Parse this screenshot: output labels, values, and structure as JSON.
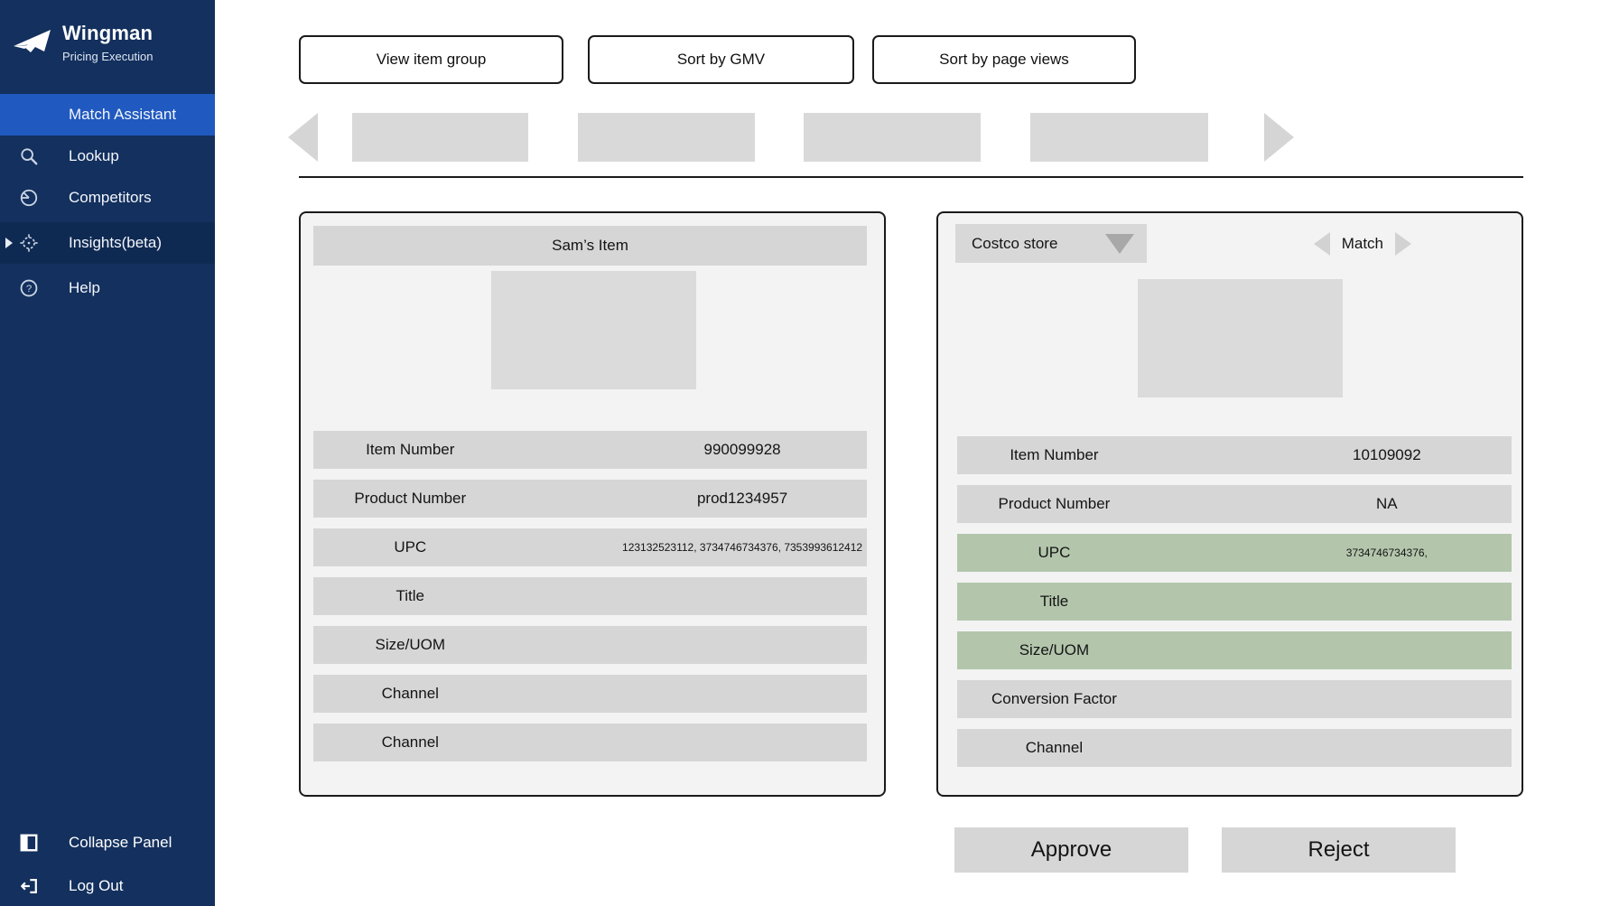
{
  "sidebar": {
    "brand": {
      "name": "Wingman",
      "subtitle": "Pricing Execution",
      "logo_icon": "paper-plane-icon"
    },
    "items": [
      {
        "label": "Match Assistant",
        "active": true
      },
      {
        "label": "Lookup",
        "icon": "search-icon"
      },
      {
        "label": "Competitors",
        "icon": "pie-chart-icon"
      },
      {
        "label": "Insights(beta)",
        "icon": "target-icon",
        "caret_icon": "caret-right-icon",
        "shaded": true
      },
      {
        "label": "Help",
        "icon": "help-icon"
      }
    ],
    "footer_items": [
      {
        "label": "Collapse Panel",
        "icon": "collapse-panel-icon"
      },
      {
        "label": "Log Out",
        "icon": "logout-icon"
      }
    ]
  },
  "toolbar": {
    "buttons": [
      "View item group",
      "Sort by GMV",
      "Sort by page views"
    ]
  },
  "carousel": {
    "placeholder_count": 4,
    "prev_icon": "chevron-left-icon",
    "next_icon": "chevron-right-icon"
  },
  "left_panel": {
    "title": "Sam’s Item",
    "rows": [
      {
        "label": "Item Number",
        "value": "990099928"
      },
      {
        "label": "Product Number",
        "value": "prod1234957"
      },
      {
        "label": "UPC",
        "value": "123132523112, 3734746734376, 7353993612412",
        "small": true
      },
      {
        "label": "Title",
        "value": ""
      },
      {
        "label": "Size/UOM",
        "value": ""
      },
      {
        "label": "Channel",
        "value": ""
      },
      {
        "label": "Channel",
        "value": ""
      }
    ]
  },
  "right_panel": {
    "store_selector": {
      "value": "Costco store",
      "dropdown_icon": "triangle-down-icon"
    },
    "match": {
      "label": "Match",
      "prev_icon": "triangle-left-icon",
      "next_icon": "triangle-right-icon"
    },
    "rows": [
      {
        "label": "Item Number",
        "value": "10109092"
      },
      {
        "label": "Product Number",
        "value": "NA"
      },
      {
        "label": "UPC",
        "value": "3734746734376,",
        "highlight": true,
        "small": true
      },
      {
        "label": "Title",
        "value": "",
        "highlight": true
      },
      {
        "label": "Size/UOM",
        "value": "",
        "highlight": true
      },
      {
        "label": "Conversion Factor",
        "value": ""
      },
      {
        "label": "Channel",
        "value": ""
      }
    ],
    "actions": [
      {
        "label": "Approve"
      },
      {
        "label": "Reject"
      }
    ]
  },
  "colors": {
    "sidebar_bg": "#13305E",
    "active_item_bg": "#2059BF",
    "shaded_item_bg": "#0F2A52",
    "row_gray": "#D6D6D6",
    "match_green": "#B3C6AC",
    "panel_bg": "#F3F3F3"
  }
}
